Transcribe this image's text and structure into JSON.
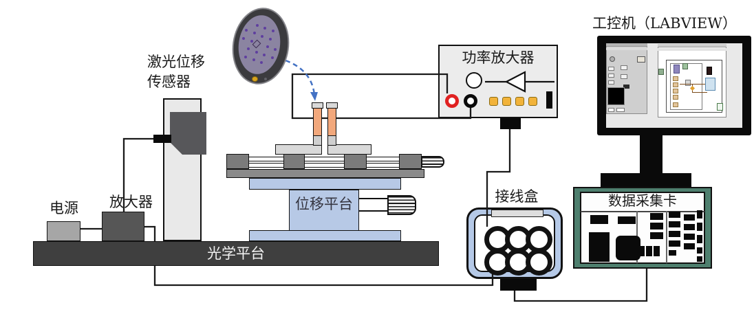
{
  "labels": {
    "laser_sensor_line1": "激光位移",
    "laser_sensor_line2": "传感器",
    "power_supply": "电源",
    "signal_amplifier": "放大器",
    "optical_platform": "光学平台",
    "displacement_stage": "位移平台",
    "power_amplifier": "功率放大器",
    "junction_box": "接线盒",
    "industrial_pc": "工控机（LABVIEW）",
    "daq_card": "数据采集卡"
  },
  "colors": {
    "electrode_orange": "#f2a87c",
    "stage_blue": "#b7c9e6",
    "junction_blue": "#b5c9e7",
    "daq_green": "#4e7f6e",
    "button_yellow": "#f2b33a",
    "binding_post_red": "#e02121",
    "arrow_blue": "#4472c4",
    "disc_face": "#8b84a1",
    "disc_dot": "#5b3a9e",
    "disc_marker_yellow": "#d9a41f",
    "platform_gray": "#3f3f3f",
    "wire_black": "#1a1a1a"
  }
}
